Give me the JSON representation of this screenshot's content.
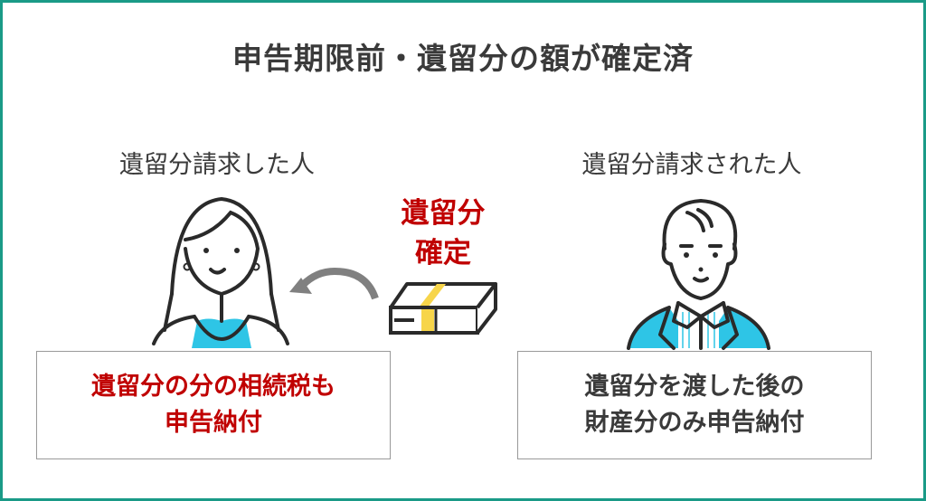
{
  "title": "申告期限前・遺留分の額が確定済",
  "left": {
    "label": "遺留分請求した人",
    "box_lines": [
      "遺留分の分の相続税も",
      "申告納付"
    ]
  },
  "right": {
    "label": "遺留分請求された人",
    "box_lines": [
      "遺留分を渡した後の",
      "財産分のみ申告納付"
    ]
  },
  "center": {
    "lines": [
      "遺留分",
      "確定"
    ]
  },
  "colors": {
    "border": "#1a9a87",
    "accent_red": "#c00000",
    "cyan": "#2ec5e6",
    "band": "#f7d54a"
  }
}
